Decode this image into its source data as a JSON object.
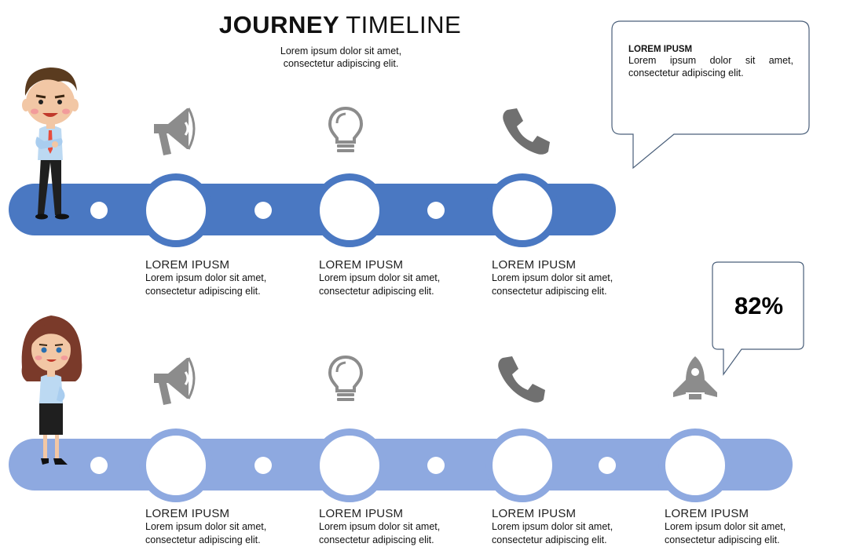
{
  "header": {
    "title_bold": "JOURNEY",
    "title_light": "TIMELINE",
    "subtitle_line1": "Lorem ipsum dolor sit amet,",
    "subtitle_line2": "consectetur adipiscing elit."
  },
  "callout_top": {
    "title": "LOREM IPUSM",
    "text": "Lorem ipsum dolor sit amet, consectetur adipiscing elit."
  },
  "callout_percent": {
    "value": "82%"
  },
  "timeline_1": {
    "steps": [
      {
        "icon": "megaphone-icon",
        "title": "LOREM IPUSM",
        "line1": "Lorem ipsum dolor sit amet,",
        "line2": "consectetur adipiscing elit."
      },
      {
        "icon": "lightbulb-icon",
        "title": "LOREM IPUSM",
        "line1": "Lorem ipsum dolor sit amet,",
        "line2": "consectetur adipiscing elit."
      },
      {
        "icon": "phone-icon",
        "title": "LOREM IPUSM",
        "line1": "Lorem ipsum dolor sit amet,",
        "line2": "consectetur adipiscing elit."
      }
    ]
  },
  "timeline_2": {
    "steps": [
      {
        "icon": "megaphone-icon",
        "title": "LOREM IPUSM",
        "line1": "Lorem ipsum dolor sit amet,",
        "line2": "consectetur adipiscing elit."
      },
      {
        "icon": "lightbulb-icon",
        "title": "LOREM IPUSM",
        "line1": "Lorem ipsum dolor sit amet,",
        "line2": "consectetur adipiscing elit."
      },
      {
        "icon": "phone-icon",
        "title": "LOREM IPUSM",
        "line1": "Lorem ipsum dolor sit amet,",
        "line2": "consectetur adipiscing elit."
      },
      {
        "icon": "rocket-icon",
        "title": "LOREM IPUSM",
        "line1": "Lorem ipsum dolor sit amet,",
        "line2": "consectetur adipiscing elit."
      }
    ]
  },
  "colors": {
    "bar_dark": "#4a78c2",
    "bar_light": "#8ea9e0",
    "icon_gray": "#8c8c8c",
    "callout_border": "#4a5f7a"
  }
}
